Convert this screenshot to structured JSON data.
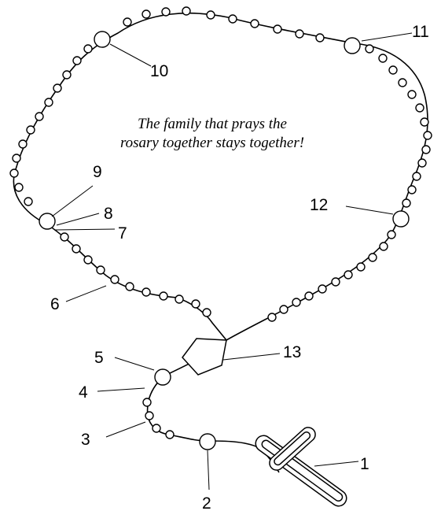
{
  "caption": "The family that prays the rosary together stays together!",
  "labels": [
    "1",
    "2",
    "3",
    "4",
    "5",
    "6",
    "7",
    "8",
    "9",
    "10",
    "11",
    "12",
    "13"
  ]
}
